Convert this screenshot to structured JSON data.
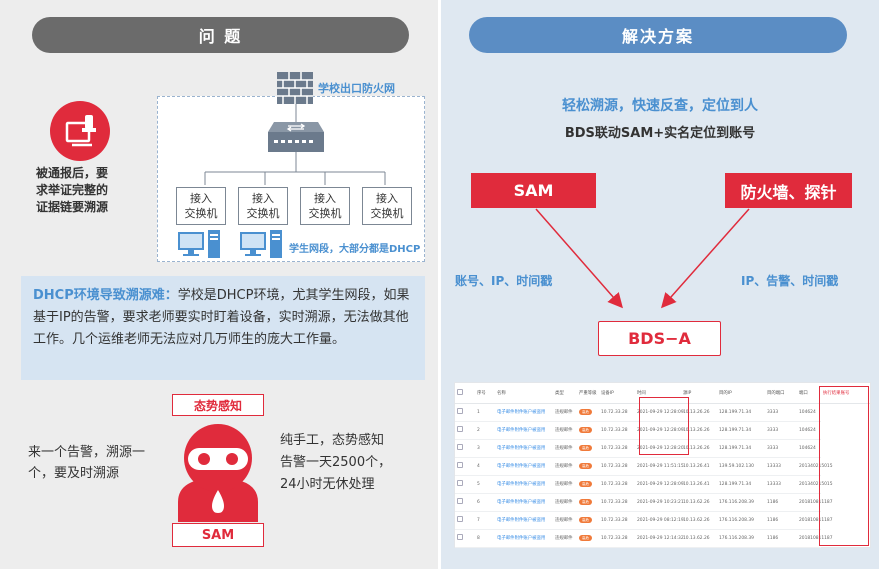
{
  "left": {
    "header": "问 题",
    "report_text_lines": [
      "被通报后，要",
      "求举证完整的",
      "证据链要溯源"
    ],
    "firewall_label": "学校出口防火网",
    "switches": [
      {
        "line1": "接入",
        "line2": "交换机"
      },
      {
        "line1": "接入",
        "line2": "交换机"
      },
      {
        "line1": "接入",
        "line2": "交换机"
      },
      {
        "line1": "接入",
        "line2": "交换机"
      }
    ],
    "segment_label": "学生网段，大部分都是DHCP",
    "dhcp_title": "DHCP环境导致溯源难：",
    "dhcp_body": "学校是DHCP环境，尤其学生网段，如果基于IP的告警，要求老师要实时盯着设备，实时溯源，无法做其他工作。几个运维老师无法应对几万师生的庞大工作量。",
    "awareness_label": "态势感知",
    "sam_label": "SAM",
    "alert_text": "来一个告警，溯源一个，要及时溯源",
    "manual_text_lines": [
      "纯手工，态势感知",
      "告警一天2500个，",
      "24小时无休处理"
    ]
  },
  "right": {
    "header": "解决方案",
    "headline": "轻松溯源，快速反查，定位到人",
    "subline": "BDS联动SAM+实名定位到账号",
    "sam_box": "SAM",
    "fw_box": "防火墙、探针",
    "left_edge_label": "账号、IP、时间戳",
    "right_edge_label": "IP、告警、时间戳",
    "bds_box": "BDS−A",
    "table": {
      "headers": [
        "序号",
        "名称",
        "类型",
        "严重等级",
        "设备IP",
        "时间",
        "源IP",
        "目的IP",
        "目的端口",
        "端口",
        "执行结果账号"
      ],
      "rows": [
        [
          "1",
          "电子邮件附件账户被盗用",
          "违规邮件",
          "高危",
          "10.72.33.28",
          "2021-09-29 12:28:09",
          "10.13.26.26",
          "128.199.71.34",
          "3333",
          "104624"
        ],
        [
          "2",
          "电子邮件附件账户被盗用",
          "违规邮件",
          "高危",
          "10.72.33.28",
          "2021-09-29 12:28:09",
          "10.13.26.26",
          "128.199.71.34",
          "3333",
          "104624"
        ],
        [
          "3",
          "电子邮件附件账户被盗用",
          "违规邮件",
          "高危",
          "10.72.33.28",
          "2021-09-29 12:28:20",
          "10.13.26.26",
          "128.199.71.34",
          "3333",
          "104624"
        ],
        [
          "4",
          "电子邮件附件账户被盗用",
          "违规邮件",
          "高危",
          "10.72.33.28",
          "2021-09-29 11:51:15",
          "10.13.26.41",
          "139.59.102.130",
          "13333",
          "201340215015"
        ],
        [
          "5",
          "电子邮件附件账户被盗用",
          "违规邮件",
          "高危",
          "10.72.33.28",
          "2021-09-29 12:28:09",
          "10.13.26.41",
          "128.199.71.34",
          "13333",
          "201340215015"
        ],
        [
          "6",
          "电子邮件附件账户被盗用",
          "违规邮件",
          "高危",
          "10.72.33.28",
          "2021-09-29 10:23:21",
          "10.13.62.26",
          "176.116.208.39",
          "1186",
          "201810811187"
        ],
        [
          "7",
          "电子邮件附件账户被盗用",
          "违规邮件",
          "高危",
          "10.72.33.28",
          "2021-09-29 08:12:19",
          "10.13.62.26",
          "176.116.208.39",
          "1186",
          "201810811187"
        ],
        [
          "8",
          "电子邮件附件账户被盗用",
          "违规邮件",
          "高危",
          "10.72.33.28",
          "2021-09-29 12:14:32",
          "10.13.62.26",
          "176.116.208.39",
          "1186",
          "201810811187"
        ]
      ]
    }
  },
  "colors": {
    "left_bg": "#ededed",
    "right_bg": "#dfe8f1",
    "left_pill": "#6b6b6b",
    "right_pill": "#5b8dc4",
    "accent_red": "#e02b3c",
    "blue_text": "#4a90d0",
    "info_box": "#d6e4f2"
  }
}
